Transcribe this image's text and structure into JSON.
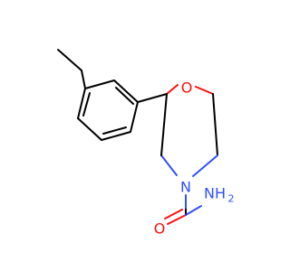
{
  "molecule": {
    "atoms": {
      "ring_oxygen": "O",
      "ring_nitrogen": "N",
      "carbonyl_oxygen": "O",
      "amide_nitrogen": "NH",
      "amide_h_count": "2"
    },
    "colors": {
      "bond": "#000000",
      "oxygen": "#ff0d0d",
      "nitrogen": "#3050f8",
      "background": "#ffffff"
    }
  }
}
